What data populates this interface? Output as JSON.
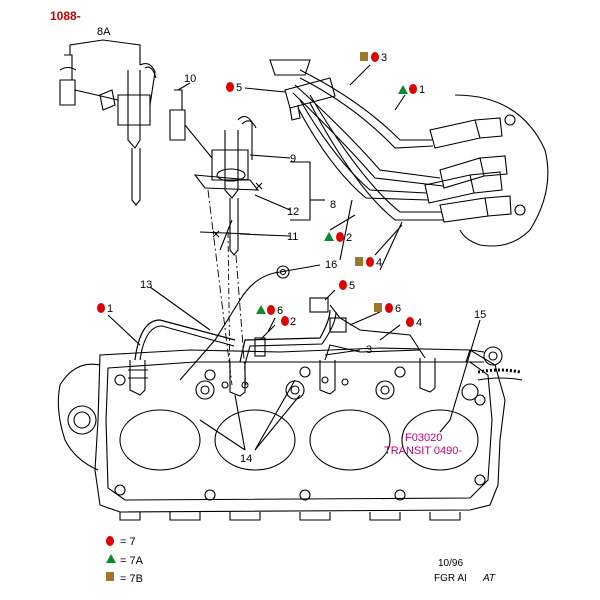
{
  "ref_code": "1088-",
  "parts": {
    "p1_top": "1",
    "p1_left": "1",
    "p2_top": "2",
    "p2_mid": "2",
    "p3_top": "3",
    "p3_mid": "3",
    "p4_top": "4",
    "p4_mid": "4",
    "p5_top": "5",
    "p5_mid": "5",
    "p6_left": "6",
    "p6_right": "6",
    "p8": "8",
    "p8A": "8A",
    "p9": "9",
    "p10": "10",
    "p11": "11",
    "p12": "12",
    "p13": "13",
    "p14": "14",
    "p15": "15",
    "p16": "16"
  },
  "legend": [
    {
      "symbol": "red-circle",
      "text": "= 7"
    },
    {
      "symbol": "green-triangle",
      "text": "= 7A"
    },
    {
      "symbol": "brown-square",
      "text": "= 7B"
    }
  ],
  "code_line1": "F03020",
  "code_line2": "TRANSIT 0490-",
  "date": "10/96",
  "footer": "FGR  AI",
  "footer_sig": "AT",
  "colors": {
    "red": "#e00000",
    "green": "#0a8a2a",
    "brown": "#9a7a2a",
    "ink": "#000000",
    "pink": "#c8007a"
  }
}
